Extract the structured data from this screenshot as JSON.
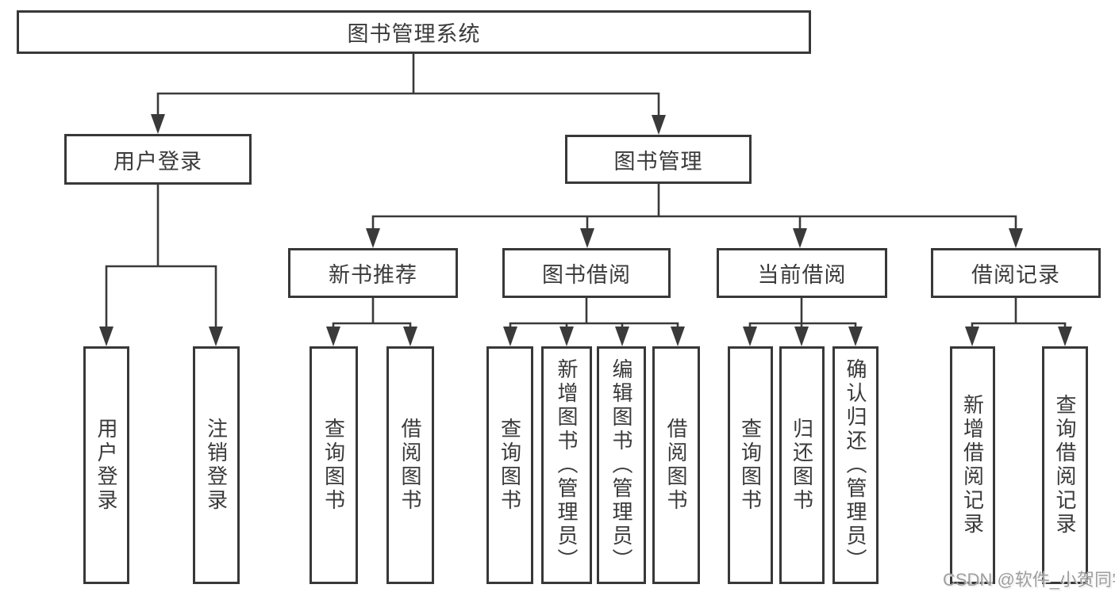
{
  "root": {
    "label": "图书管理系统"
  },
  "branches": [
    {
      "label": "用户登录",
      "leaves": [
        {
          "label": "用户登录"
        },
        {
          "label": "注销登录"
        }
      ]
    },
    {
      "label": "图书管理",
      "groups": [
        {
          "label": "新书推荐",
          "leaves": [
            {
              "label": "查询图书"
            },
            {
              "label": "借阅图书"
            }
          ]
        },
        {
          "label": "图书借阅",
          "leaves": [
            {
              "label": "查询图书"
            },
            {
              "label": "新增图书（管理员）"
            },
            {
              "label": "编辑图书（管理员）"
            },
            {
              "label": "借阅图书"
            }
          ]
        },
        {
          "label": "当前借阅",
          "leaves": [
            {
              "label": "查询图书"
            },
            {
              "label": "归还图书"
            },
            {
              "label": "确认归还（管理员）"
            }
          ]
        },
        {
          "label": "借阅记录",
          "leaves": [
            {
              "label": "新增借阅记录"
            },
            {
              "label": "查询借阅记录"
            }
          ]
        }
      ]
    }
  ],
  "watermark": {
    "text": "CSDN @软件_小贺同学"
  },
  "colors": {
    "line": "#3a3a3a",
    "border": "#383838",
    "text": "#3a3a3a",
    "watermark": "#9e9e9e",
    "background": "#ffffff"
  }
}
